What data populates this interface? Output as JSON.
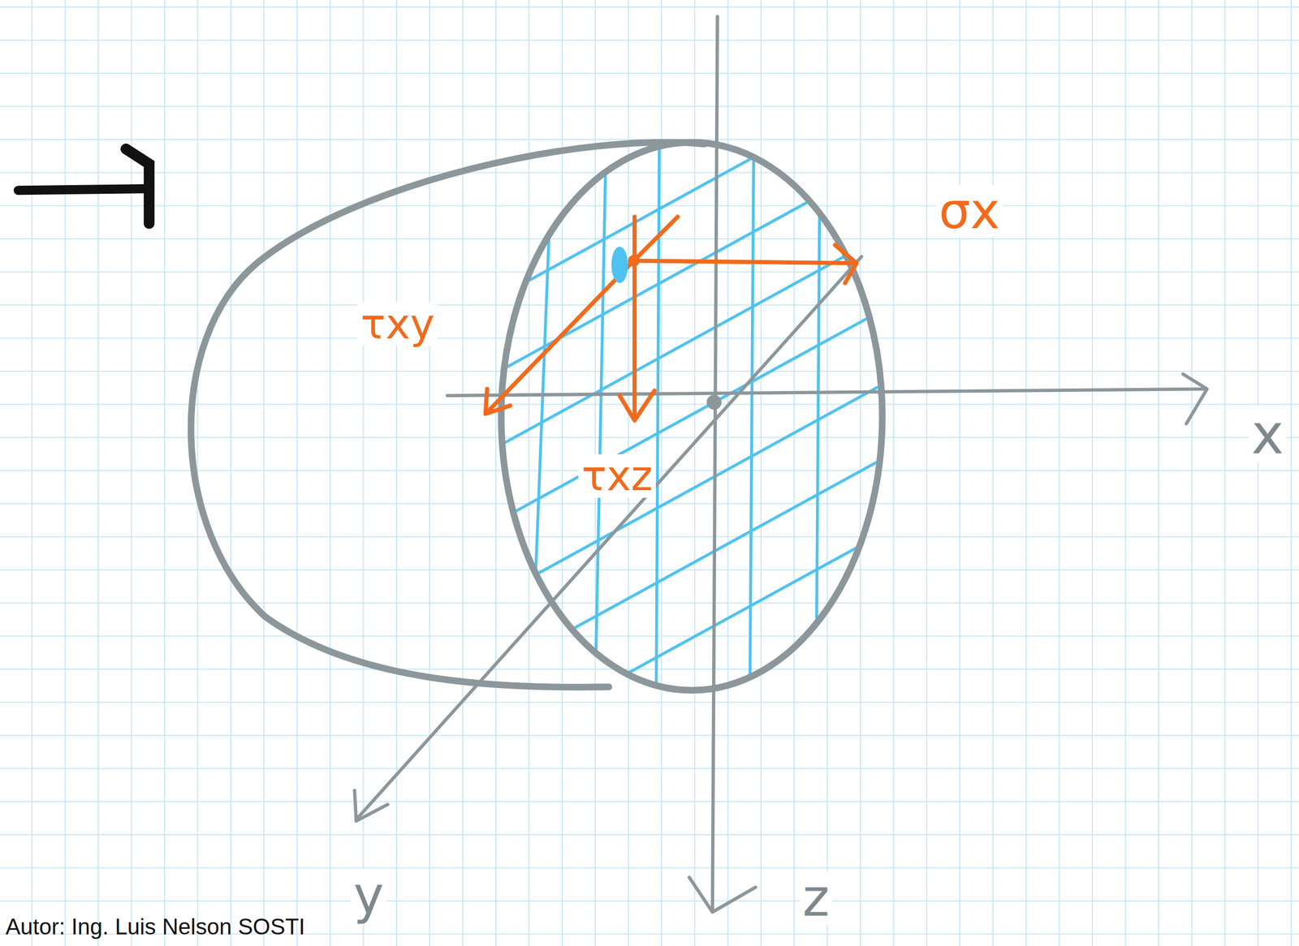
{
  "diagram": {
    "labels": [
      "σx",
      "τxy",
      "τxz",
      "x",
      "y",
      "z",
      "Autor: Ing. Luis Nelson SOSTI"
    ]
  }
}
